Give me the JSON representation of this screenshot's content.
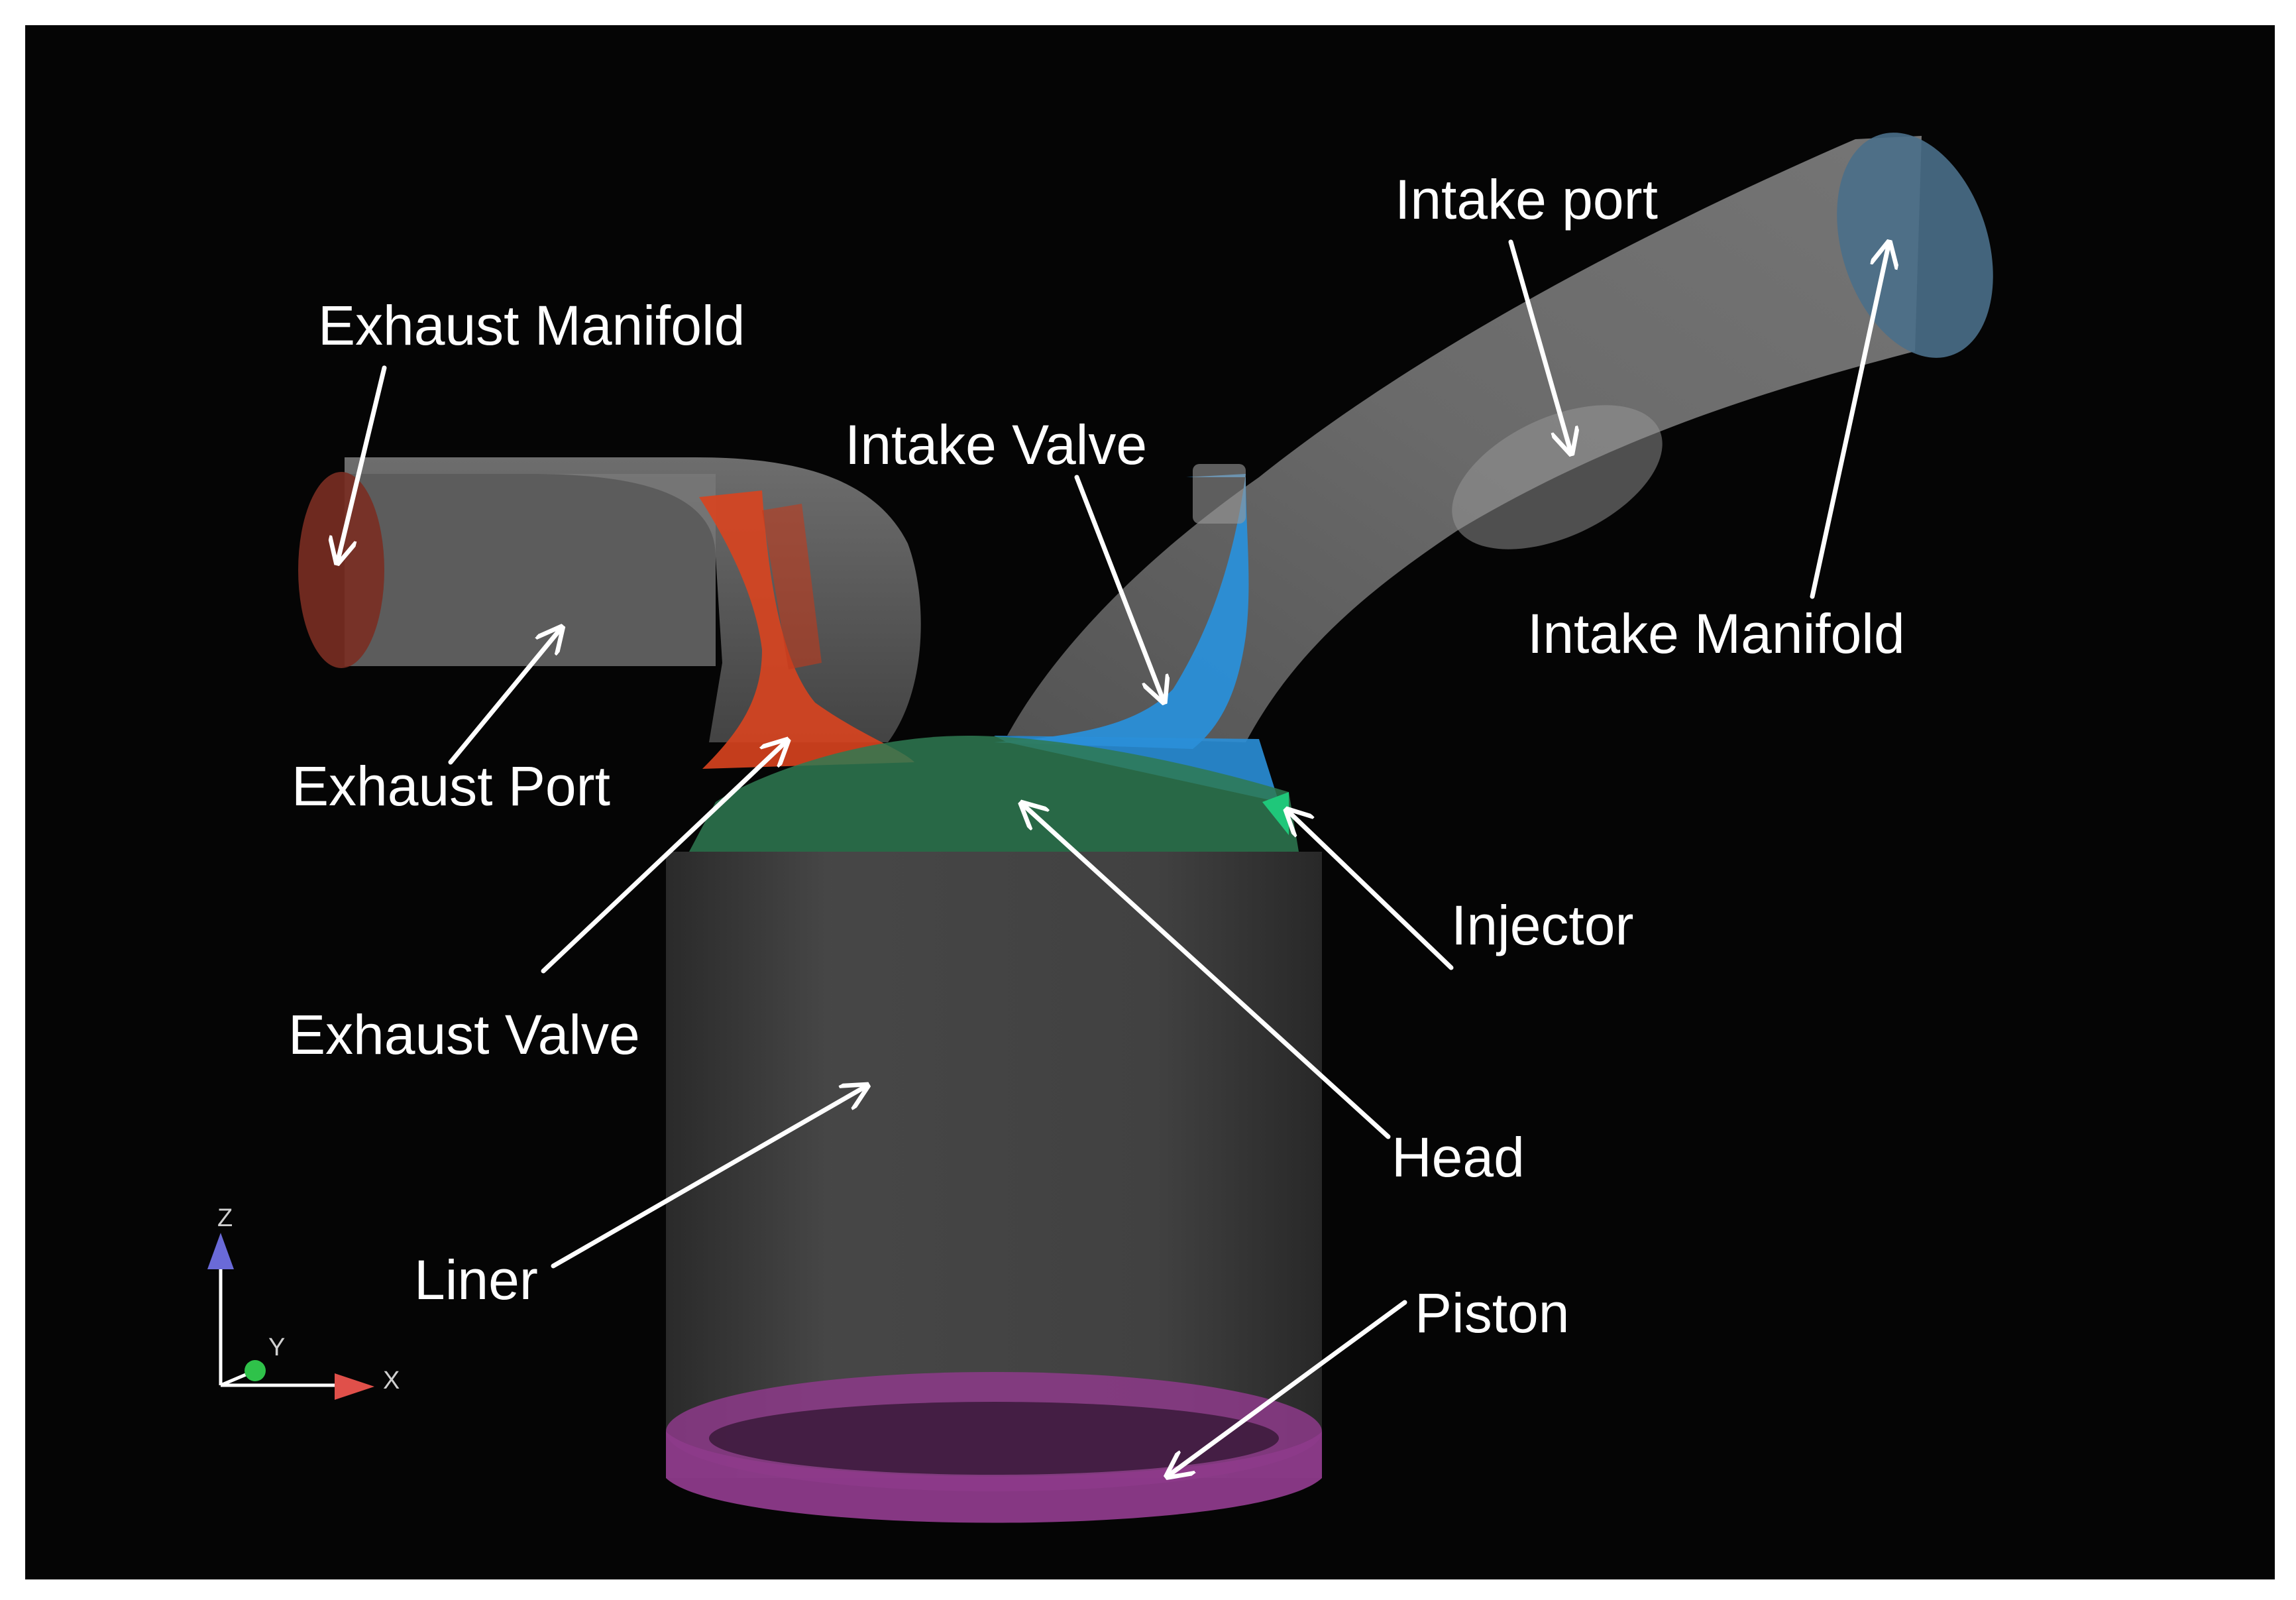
{
  "labels": {
    "exhaust_manifold": "Exhaust Manifold",
    "intake_valve": "Intake Valve",
    "intake_port": "Intake port",
    "intake_manifold": "Intake Manifold",
    "exhaust_port": "Exhaust Port",
    "injector": "Injector",
    "exhaust_valve": "Exhaust Valve",
    "head": "Head",
    "liner": "Liner",
    "piston": "Piston"
  },
  "axes": {
    "z": "Z",
    "y": "Y",
    "x": "X"
  },
  "colors": {
    "background": "#050505",
    "frame": "#ffffff",
    "body_gray": "#8a8a8a",
    "liner": "#3c3c3c",
    "head": "#2f7a52",
    "exhaust_valve": "#d9441f",
    "intake_valve": "#2a8fd8",
    "exhaust_manifold_face": "#7a2d22",
    "intake_manifold_face": "#4a6f8a",
    "piston": "#8d3a8a",
    "injector": "#1fc77a",
    "axis_z": "#6a6ad8",
    "axis_y": "#2fc24a",
    "axis_x": "#e0504a"
  }
}
